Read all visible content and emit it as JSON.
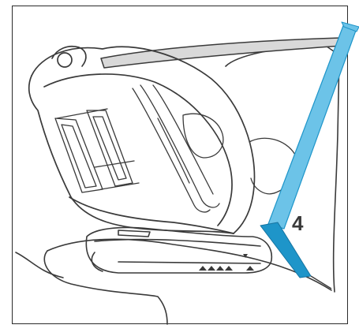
{
  "step": {
    "number": "4"
  },
  "colors": {
    "belt": "#6cc3e8",
    "belt_dark": "#1e95c9",
    "outline": "#3a3a3a",
    "headrest_fill": "#d9d9d9",
    "background": "#ffffff"
  },
  "icons": {
    "belt": "seat-belt-strap",
    "seat": "child-car-seat",
    "arrows": "recline-position-markers"
  }
}
